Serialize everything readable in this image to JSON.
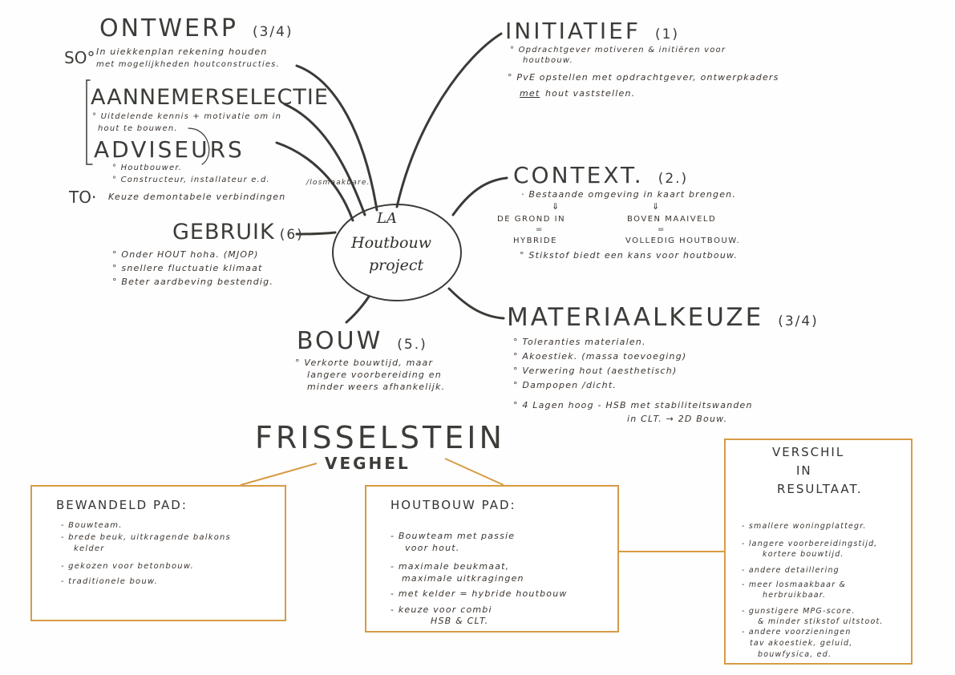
{
  "center": {
    "line1": "LA",
    "line2": "Houtbouw",
    "line3": "project"
  },
  "ontwerp": {
    "title": "ONTWERP",
    "number": "(3/4)",
    "so_label": "SO°",
    "so_lines": [
      "In uiekkenplan rekening houden",
      "met mogelijkheden houtconstructies."
    ],
    "aannemer_title": "AANNEMERSELECTIE",
    "aannemer_lines": [
      "° Uitdelende kennis + motivatie om in",
      "hout te bouwen."
    ],
    "adviseurs_title": "ADVISEURS",
    "adviseurs_items": [
      "° Houtbouwer.",
      "° Constructeur, installateur e.d."
    ],
    "to_label": "TO·",
    "to_line": "Keuze demontabele verbindingen",
    "to_annotation": "/losmaakbare."
  },
  "gebruik": {
    "title": "GEBRUIK",
    "number": "(6)",
    "items": [
      "° Onder HOUT hoha. (MJOP)",
      "° snellere fluctuatie klimaat",
      "° Beter aardbeving bestendig."
    ]
  },
  "bouw": {
    "title": "BOUW",
    "number": "(5.)",
    "lines": [
      "° Verkorte bouwtijd, maar",
      "langere voorbereiding en",
      "minder weers afhankelijk."
    ]
  },
  "initiatief": {
    "title": "INITIATIEF",
    "number": "(1)",
    "lines": [
      "° Opdrachtgever motiveren & initiëren voor",
      "houtbouw.",
      "° PvE opstellen met opdrachtgever, ontwerpkaders",
      "met",
      "hout vaststellen."
    ]
  },
  "context": {
    "title": "CONTEXT.",
    "number": "(2.)",
    "line1": "· Bestaande omgeving in kaart brengen.",
    "left_top": "DE GROND IN",
    "left_eq": "=",
    "left_bottom": "HYBRIDE",
    "right_top": "BOVEN MAAIVELD",
    "right_eq": "=",
    "right_bottom": "VOLLEDIG HOUTBOUW.",
    "line2": "° Stikstof biedt een kans voor houtbouw."
  },
  "materiaalkeuze": {
    "title": "MATERIAALKEUZE",
    "number": "(3/4)",
    "items": [
      "° Toleranties materialen.",
      "° Akoestiek. (massa toevoeging)",
      "° Verwering hout (aesthetisch)",
      "° Dampopen /dicht.",
      "° 4 Lagen hoog - HSB met stabiliteitswanden"
    ],
    "item5_cont": "in CLT. → 2D Bouw."
  },
  "project": {
    "name": "FRISSELSTEIN",
    "place": "VEGHEL"
  },
  "bewandeld": {
    "title": "BEWANDELD PAD:",
    "lines": [
      "- Bouwteam.",
      "- brede beuk, uitkragende balkons",
      "kelder",
      "- gekozen voor betonbouw.",
      "- traditionele bouw."
    ]
  },
  "houtbouwpad": {
    "title": "HOUTBOUW PAD:",
    "lines": [
      "- Bouwteam met passie",
      "voor hout.",
      "- maximale beukmaat,",
      "maximale uitkragingen",
      "- met kelder = hybride houtbouw",
      "- keuze voor combi",
      "HSB & CLT."
    ]
  },
  "verschil": {
    "title1": "VERSCHIL",
    "title2": "IN",
    "title3": "RESULTAAT.",
    "lines": [
      "- smallere woningplattegr.",
      "- langere voorbereidingstijd,",
      "kortere bouwtijd.",
      "- andere detaillering",
      "- meer losmaakbaar &",
      "herbruikbaar.",
      "- gunstigere MPG-score.",
      "& minder stikstof uitstoot.",
      "- andere voorzieningen",
      "tav akoestiek, geluid,",
      "bouwfysica, ed."
    ]
  },
  "colors": {
    "box_border": "#d79b45",
    "ink": "#2f2f2c"
  }
}
